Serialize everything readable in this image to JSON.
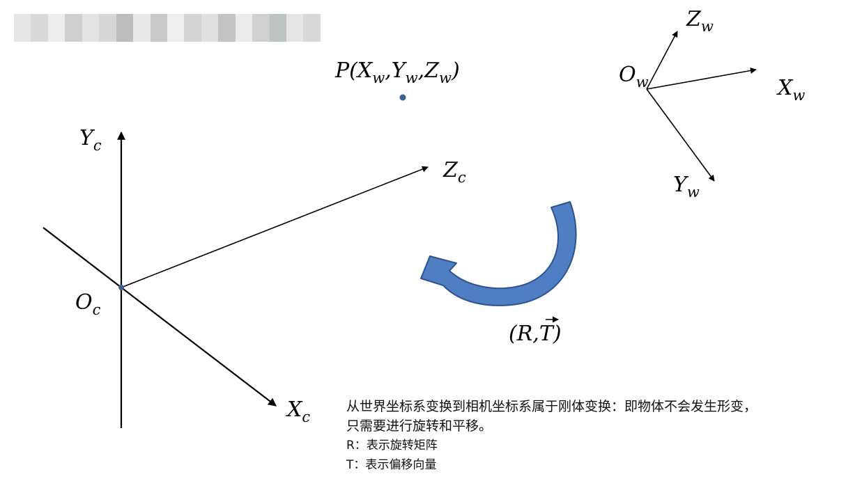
{
  "diagram": {
    "point_label": "P(X",
    "point_label_parts": [
      "P(X",
      "w",
      ",Y",
      "w",
      ",Z",
      "w",
      ")"
    ],
    "camera": {
      "origin": [
        "O",
        "c"
      ],
      "x_axis": [
        "X",
        "c"
      ],
      "y_axis": [
        "Y",
        "c"
      ],
      "z_axis": [
        "Z",
        "c"
      ]
    },
    "world": {
      "origin": [
        "O",
        "w"
      ],
      "x_axis": [
        "X",
        "w"
      ],
      "y_axis": [
        "Y",
        "w"
      ],
      "z_axis": [
        "Z",
        "w"
      ]
    },
    "transform_label": "(R,T)",
    "transform_parts": [
      "(R,",
      "T",
      ")"
    ],
    "colors": {
      "arrow_fill": "#4f7fc2",
      "arrow_stroke": "#2f528f",
      "point": "#3d5f8f",
      "line": "#000000"
    }
  },
  "caption": {
    "line1": "从世界坐标系变换到相机坐标系属于刚体变换：即物体不会发生形变，",
    "line2": "只需要进行旋转和平移。",
    "line3": "R：表示旋转矩阵",
    "line4": "T：表示偏移向量"
  },
  "header": {
    "blurred_strip_colors": [
      "#e6e6e6",
      "#d9d9d9",
      "#ededed",
      "#cfcfcf",
      "#e3e3e3",
      "#d6d6d6",
      "#bdbdbd",
      "#e8e8e8",
      "#c9c9c9",
      "#efefef",
      "#d3d3d3",
      "#e0e0e0",
      "#c4c4c4",
      "#eaeaea",
      "#d0d0d0",
      "#bcc4c4",
      "#e5e5e5",
      "#d8d8d8"
    ]
  }
}
